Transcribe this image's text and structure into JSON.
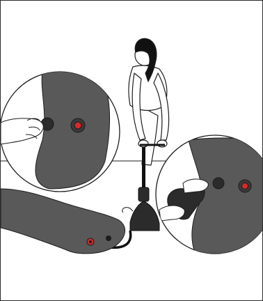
{
  "colors": {
    "mattress": "#595959",
    "outline": "#1c1c1c",
    "valve": "#d42a2a",
    "background": "#ffffff",
    "pump": "#2b2b2b"
  },
  "illustration": {
    "scene": "",
    "panels": [
      {
        "id": "detail-left",
        "icon": "magnifier-circle"
      },
      {
        "id": "detail-right",
        "icon": "magnifier-circle"
      }
    ]
  }
}
